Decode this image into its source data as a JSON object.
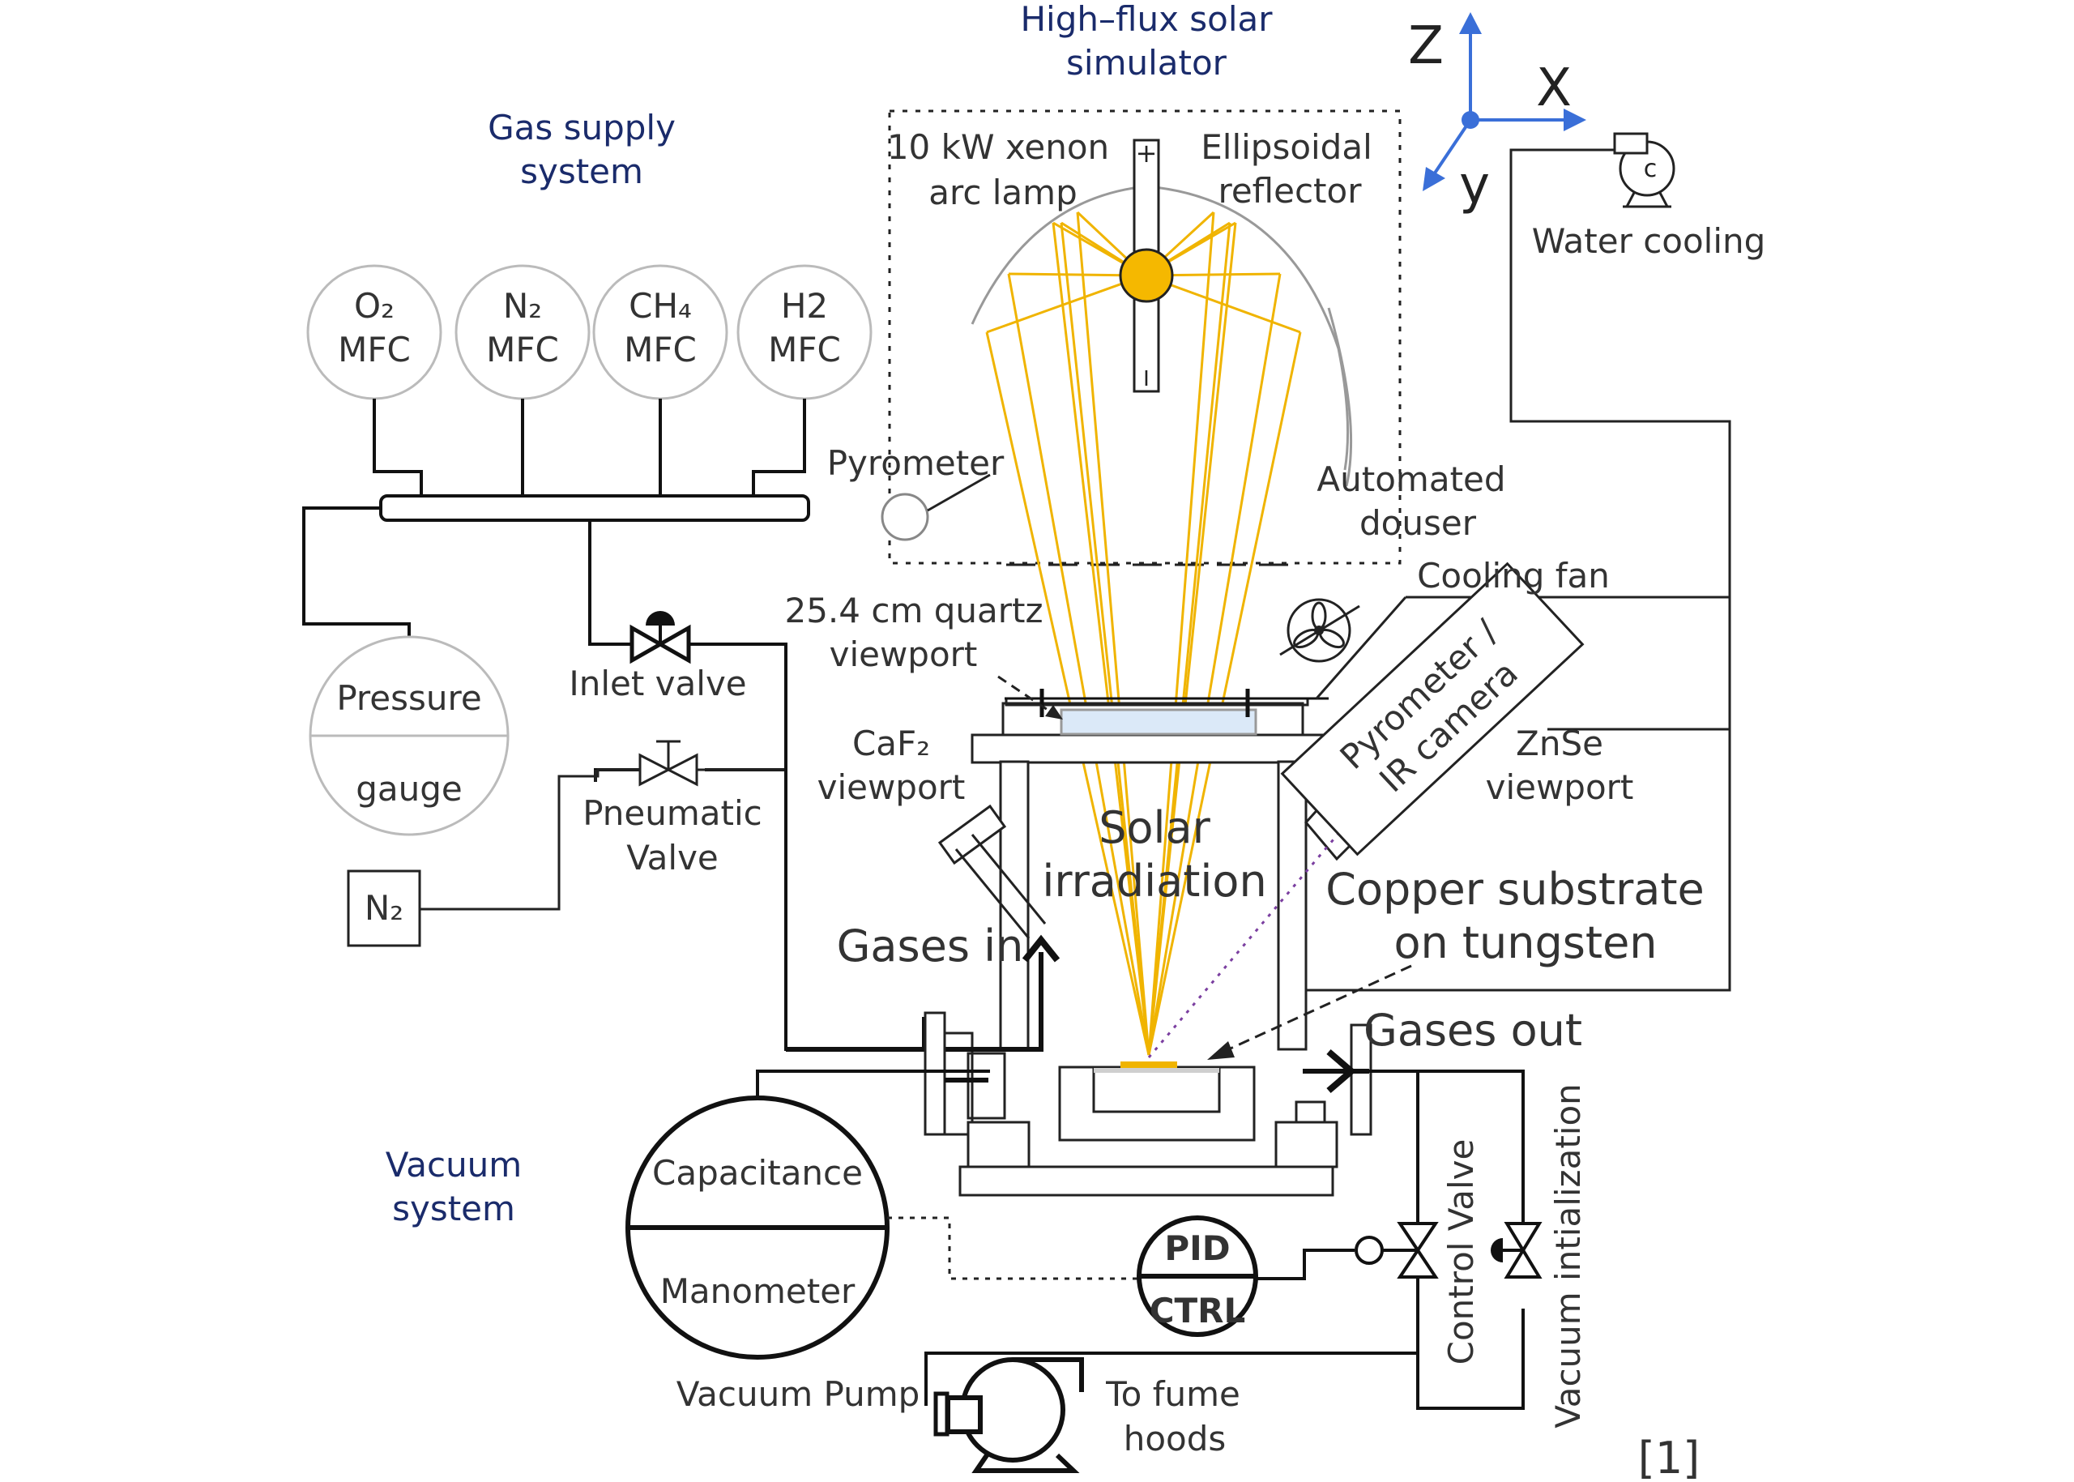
{
  "labels": {
    "solar_sim_1": "High–flux solar",
    "solar_sim_2": "simulator",
    "gas_supply_1": "Gas supply",
    "gas_supply_2": "system",
    "lamp_1": "10 kW xenon",
    "lamp_2": "arc lamp",
    "reflector_1": "Ellipsoidal",
    "reflector_2": "reflector",
    "water_cooling": "Water cooling",
    "pyrometer": "Pyrometer",
    "douser_1": "Automated",
    "douser_2": "douser",
    "cooling_fan": "Cooling fan",
    "quartz_1": "25.4 cm quartz",
    "quartz_2": "viewport",
    "inlet_valve": "Inlet valve",
    "pressure": "Pressure",
    "gauge": "gauge",
    "caf2_1": "CaF₂",
    "caf2_2": "viewport",
    "pneumatic_1": "Pneumatic",
    "pneumatic_2": "Valve",
    "n2_box": "N₂",
    "solar_1": "Solar",
    "solar_2": "irradiation",
    "pyro_cam_1": "Pyrometer /",
    "pyro_cam_2": "IR camera",
    "znse_1": "ZnSe",
    "znse_2": "viewport",
    "copper_1": "Copper substrate",
    "copper_2": "on tungsten",
    "gases_in": "Gases in",
    "gases_out": "Gases out",
    "vacuum_sys_1": "Vacuum",
    "vacuum_sys_2": "system",
    "capacitance": "Capacitance",
    "manometer": "Manometer",
    "pid": "PID",
    "ctrl": "CTRL",
    "control_valve": "Control Valve",
    "vacuum_init": "Vacuum intialization",
    "vacuum_pump": "Vacuum Pump",
    "fume_1": "To fume",
    "fume_2": "hoods",
    "ref": "[1]"
  },
  "mfcs": [
    {
      "gas": "O₂",
      "unit": "MFC"
    },
    {
      "gas": "N₂",
      "unit": "MFC"
    },
    {
      "gas": "CH₄",
      "unit": "MFC"
    },
    {
      "gas": "H2",
      "unit": "MFC"
    }
  ],
  "axes": {
    "z": "Z",
    "x": "X",
    "y": "y"
  },
  "lamp_marks": {
    "plus": "+",
    "minus": "I"
  },
  "fan_label": "c",
  "colors": {
    "ray": "#f0b400",
    "lamp": "#f5b800",
    "axis": "#3a6fd8",
    "heading": "#1a2b6b",
    "probe": "#7b3fa0"
  }
}
